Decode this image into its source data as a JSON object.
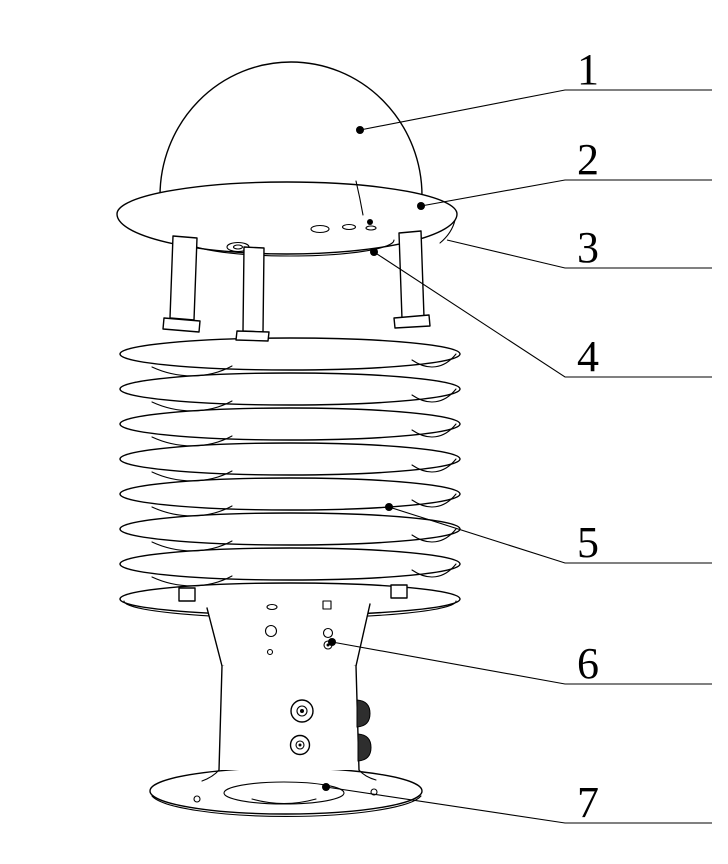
{
  "figure": {
    "background_color": "#ffffff",
    "line_color": "#000000",
    "type": "technical-line-drawing",
    "callouts": [
      {
        "label": "1"
      },
      {
        "label": "2"
      },
      {
        "label": "3"
      },
      {
        "label": "4"
      },
      {
        "label": "5"
      },
      {
        "label": "6"
      },
      {
        "label": "7"
      }
    ]
  }
}
